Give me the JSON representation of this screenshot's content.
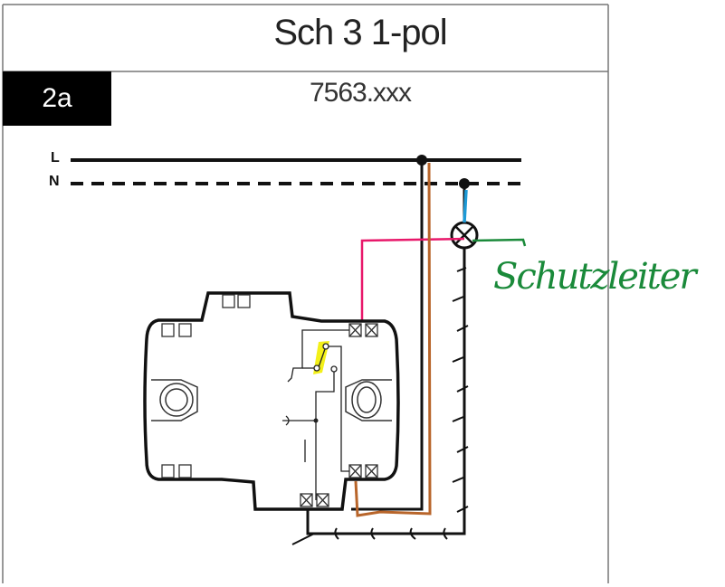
{
  "header": {
    "title": "Sch 3 1-pol",
    "article_number": "7563.xxx",
    "diagram_id": "2a"
  },
  "conductors": {
    "line": "L",
    "neutral": "N"
  },
  "annotation": {
    "text": "Schutzleiter"
  },
  "colors": {
    "phase_wire": "#b8652a",
    "neutral_wire": "#1e9ad6",
    "switched_wire": "#e8186a",
    "earth_note": "#1a8a3a",
    "highlight": "#f2ee00"
  }
}
